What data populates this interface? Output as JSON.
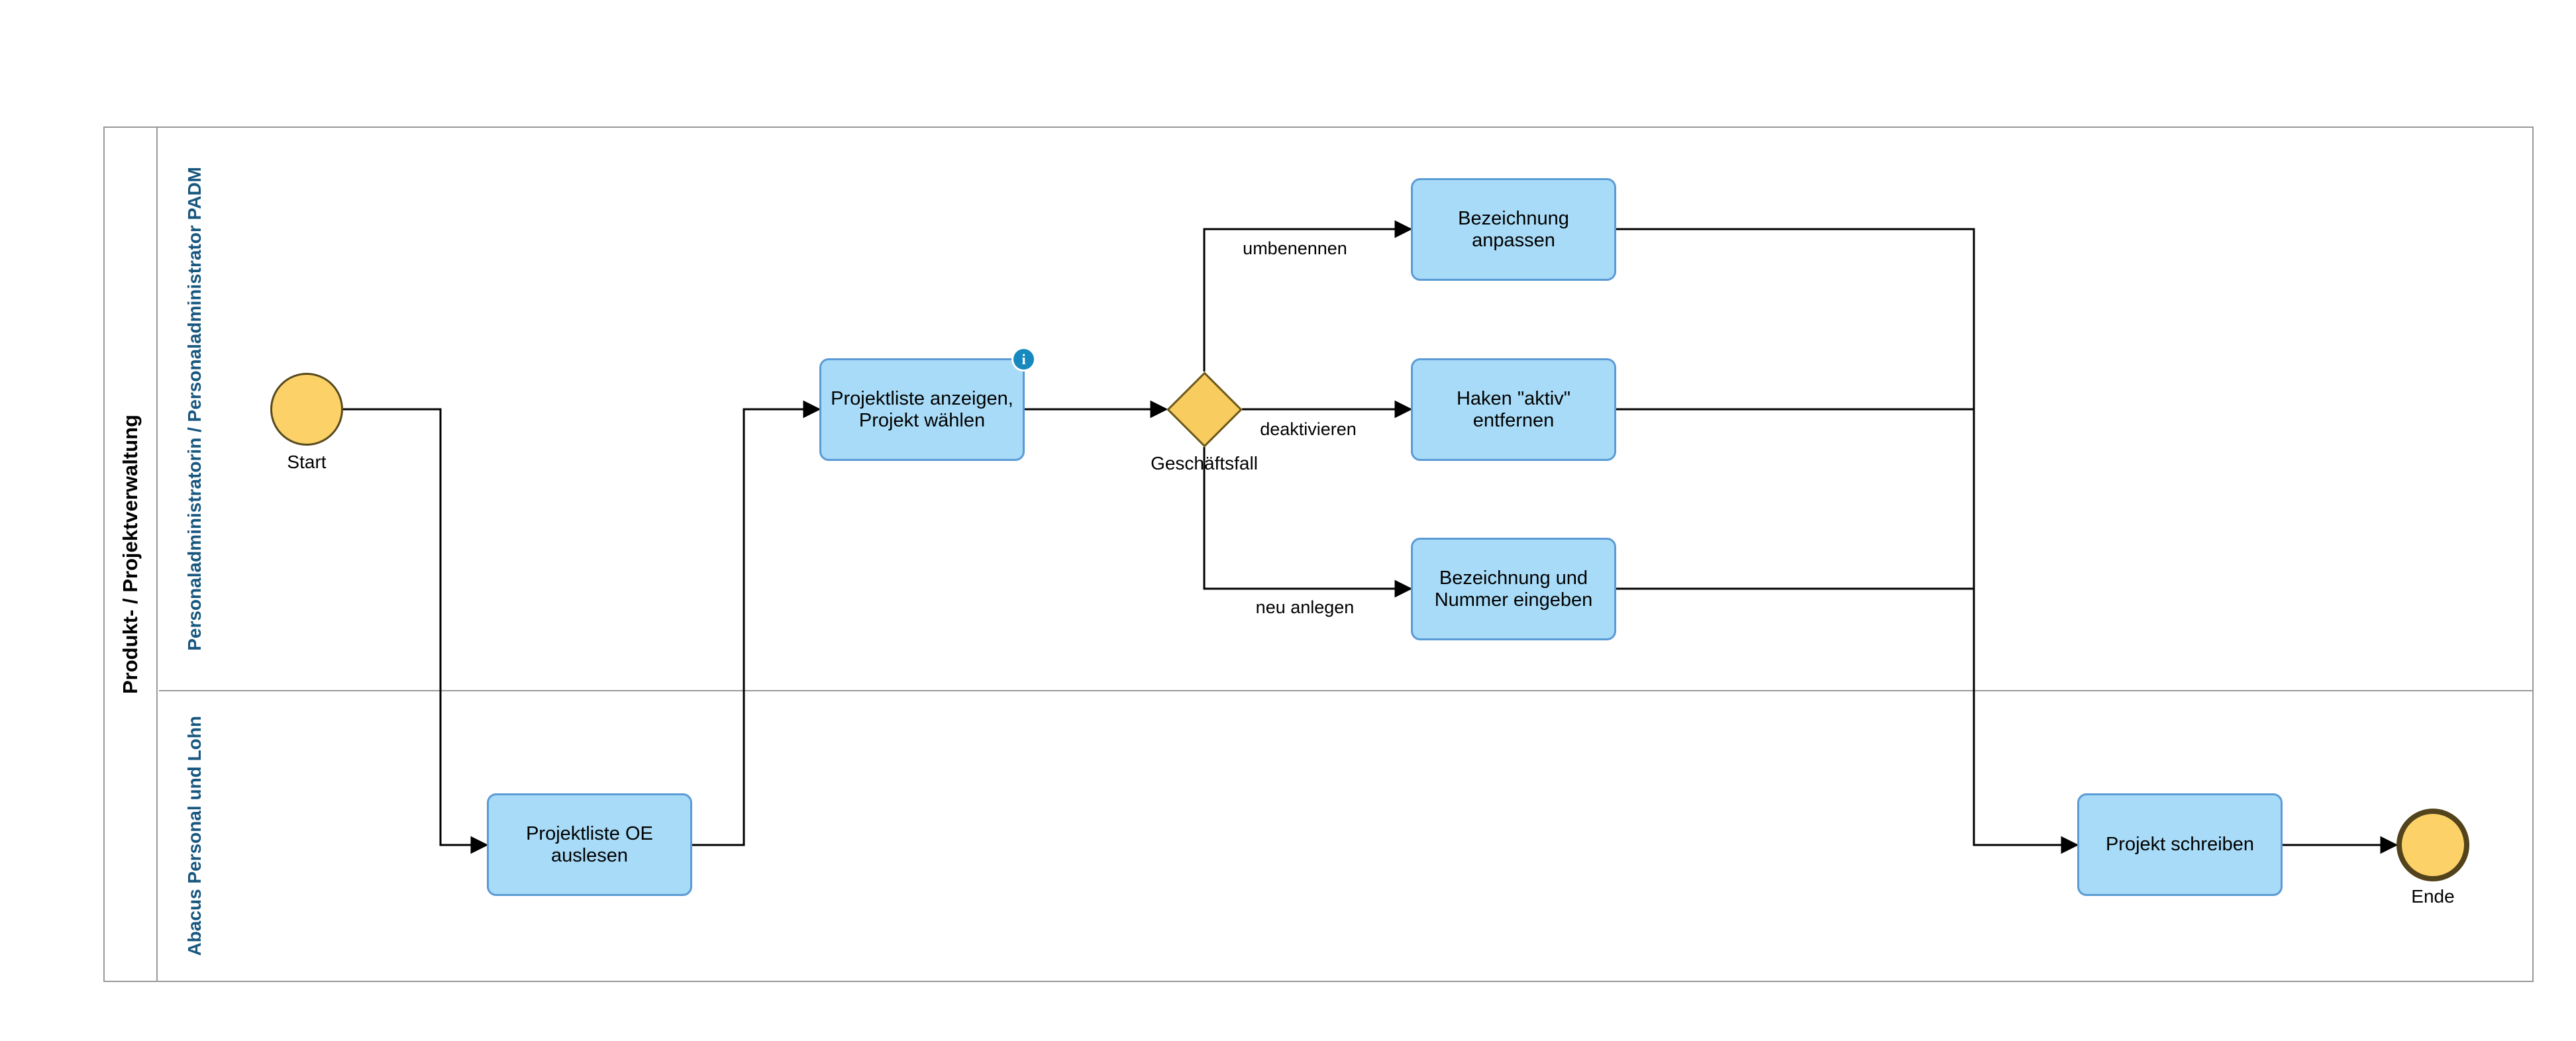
{
  "pool": {
    "title": "Produkt- / Projektverwaltung",
    "lanes": [
      {
        "title": "Personaladministratorin / Personaladministrator PADM"
      },
      {
        "title": "Abacus Personal und Lohn"
      }
    ]
  },
  "nodes": {
    "start": {
      "label": "Start",
      "type": "start-event"
    },
    "task_projektliste_oe": {
      "label": "Projektliste OE auslesen",
      "type": "task"
    },
    "task_projektliste_anzeigen": {
      "label": "Projektliste anzeigen,\nProjekt wählen",
      "type": "task",
      "has_info_icon": true
    },
    "gateway_geschaeftsfall": {
      "label": "Geschäftsfall",
      "type": "exclusive-gateway"
    },
    "task_bezeichnung_anpassen": {
      "label": "Bezeichnung anpassen",
      "type": "task"
    },
    "task_haken_entfernen": {
      "label": "Haken \"aktiv\" entfernen",
      "type": "task"
    },
    "task_bezeichnung_nummer": {
      "label": "Bezeichnung und\nNummer eingeben",
      "type": "task"
    },
    "task_projekt_schreiben": {
      "label": "Projekt schreiben",
      "type": "task"
    },
    "end": {
      "label": "Ende",
      "type": "end-event"
    }
  },
  "edges": {
    "umbenennen": "umbenennen",
    "deaktivieren": "deaktivieren",
    "neu_anlegen": "neu anlegen"
  },
  "icons": {
    "info": "i"
  },
  "colors": {
    "task_fill": "#A8DBF7",
    "task_stroke": "#5B9BD5",
    "event_fill": "#FBD168",
    "event_stroke": "#57491E",
    "end_stroke": "#53431C",
    "gateway_fill": "#F8CC5E",
    "gateway_stroke": "#6B581E",
    "info_fill": "#1689BE",
    "lane_title_color": "#17567E",
    "frame_color": "#999999",
    "connector_color": "#000000"
  }
}
